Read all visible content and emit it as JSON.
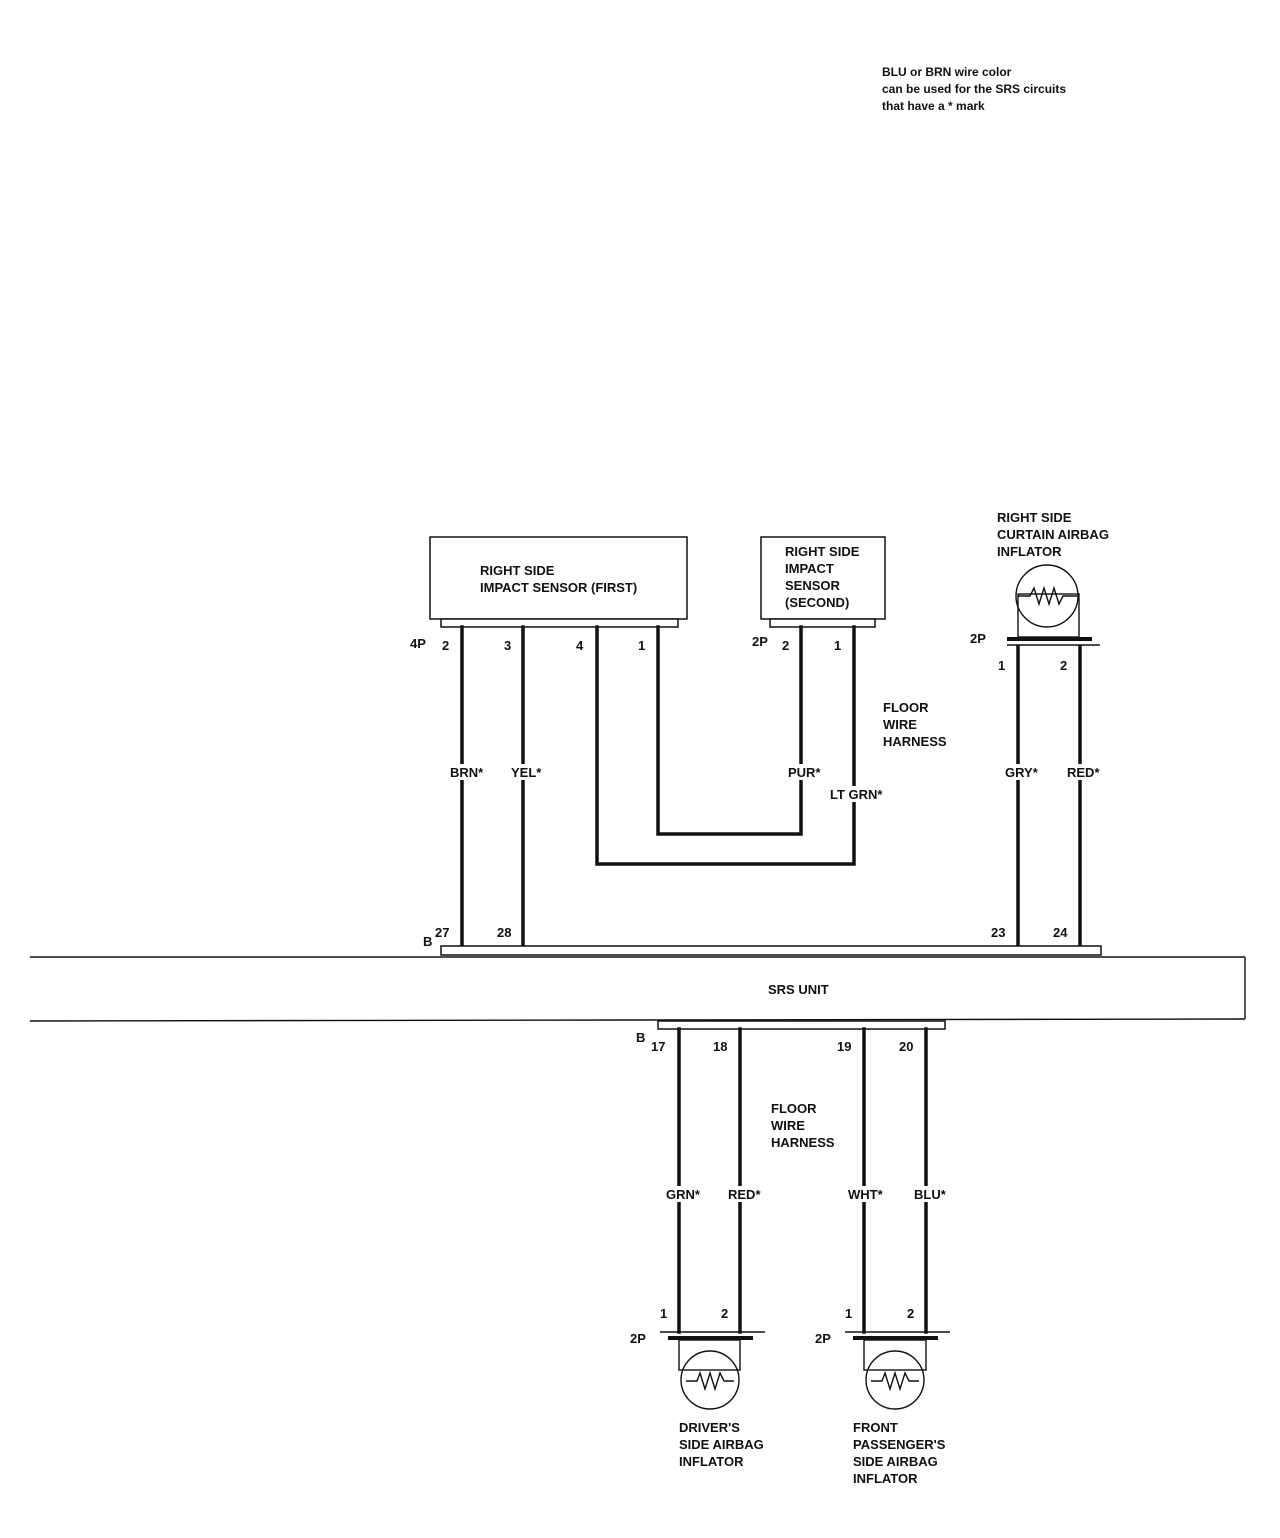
{
  "note": {
    "line1": "BLU or BRN wire color",
    "line2": "can be used for the SRS circuits",
    "line3": "that have a * mark"
  },
  "srs_unit": {
    "label": "SRS UNIT",
    "connector_top": "B",
    "connector_bottom": "B",
    "top_pins": [
      "27",
      "28",
      "23",
      "24"
    ],
    "bottom_pins": [
      "17",
      "18",
      "19",
      "20"
    ]
  },
  "sensor_first": {
    "line1": "RIGHT SIDE",
    "line2": "IMPACT SENSOR (FIRST)",
    "connector": "4P",
    "pins": [
      "2",
      "3",
      "4",
      "1"
    ]
  },
  "sensor_second": {
    "line1": "RIGHT SIDE",
    "line2": "IMPACT",
    "line3": "SENSOR",
    "line4": "(SECOND)",
    "connector": "2P",
    "pins": [
      "2",
      "1"
    ]
  },
  "curtain_inflator": {
    "line1": "RIGHT SIDE",
    "line2": "CURTAIN AIRBAG",
    "line3": "INFLATOR",
    "connector": "2P",
    "pins": [
      "1",
      "2"
    ]
  },
  "driver_inflator": {
    "line1": "DRIVER'S",
    "line2": "SIDE AIRBAG",
    "line3": "INFLATOR",
    "connector": "2P",
    "pins": [
      "1",
      "2"
    ]
  },
  "passenger_inflator": {
    "line1": "FRONT",
    "line2": "PASSENGER'S",
    "line3": "SIDE AIRBAG",
    "line4": "INFLATOR",
    "connector": "2P",
    "pins": [
      "1",
      "2"
    ]
  },
  "harness_upper": {
    "line1": "FLOOR",
    "line2": "WIRE",
    "line3": "HARNESS"
  },
  "harness_lower": {
    "line1": "FLOOR",
    "line2": "WIRE",
    "line3": "HARNESS"
  },
  "wires": {
    "brn": "BRN*",
    "yel": "YEL*",
    "pur": "PUR*",
    "ltgrn": "LT GRN*",
    "gry": "GRY*",
    "red_upper": "RED*",
    "grn": "GRN*",
    "red_lower": "RED*",
    "wht": "WHT*",
    "blu": "BLU*"
  }
}
